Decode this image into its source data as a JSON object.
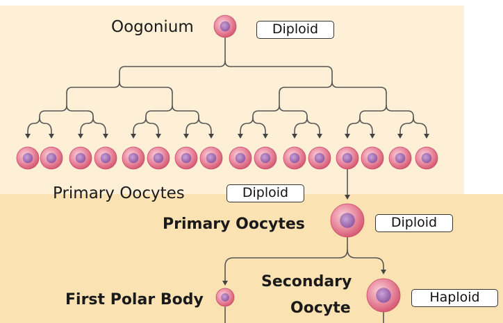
{
  "labels": {
    "oogonium": "Oogonium",
    "primary_oocytes_row": "Primary Oocytes",
    "primary_oocytes": "Primary Oocytes",
    "first_polar_body": "First Polar Body",
    "secondary_line1": "Secondary",
    "secondary_line2": "Oocyte"
  },
  "badges": {
    "oogonium_ploidy": "Diploid",
    "primary_row_ploidy": "Diploid",
    "primary_ploidy": "Diploid",
    "secondary_ploidy": "Haploid"
  },
  "colors": {
    "background_top": "#fdf0d6",
    "background_bottom": "#fbe2b2",
    "cell_body": "#e06c88",
    "cell_nucleus": "#a86ab2",
    "connector_line": "#555555"
  }
}
